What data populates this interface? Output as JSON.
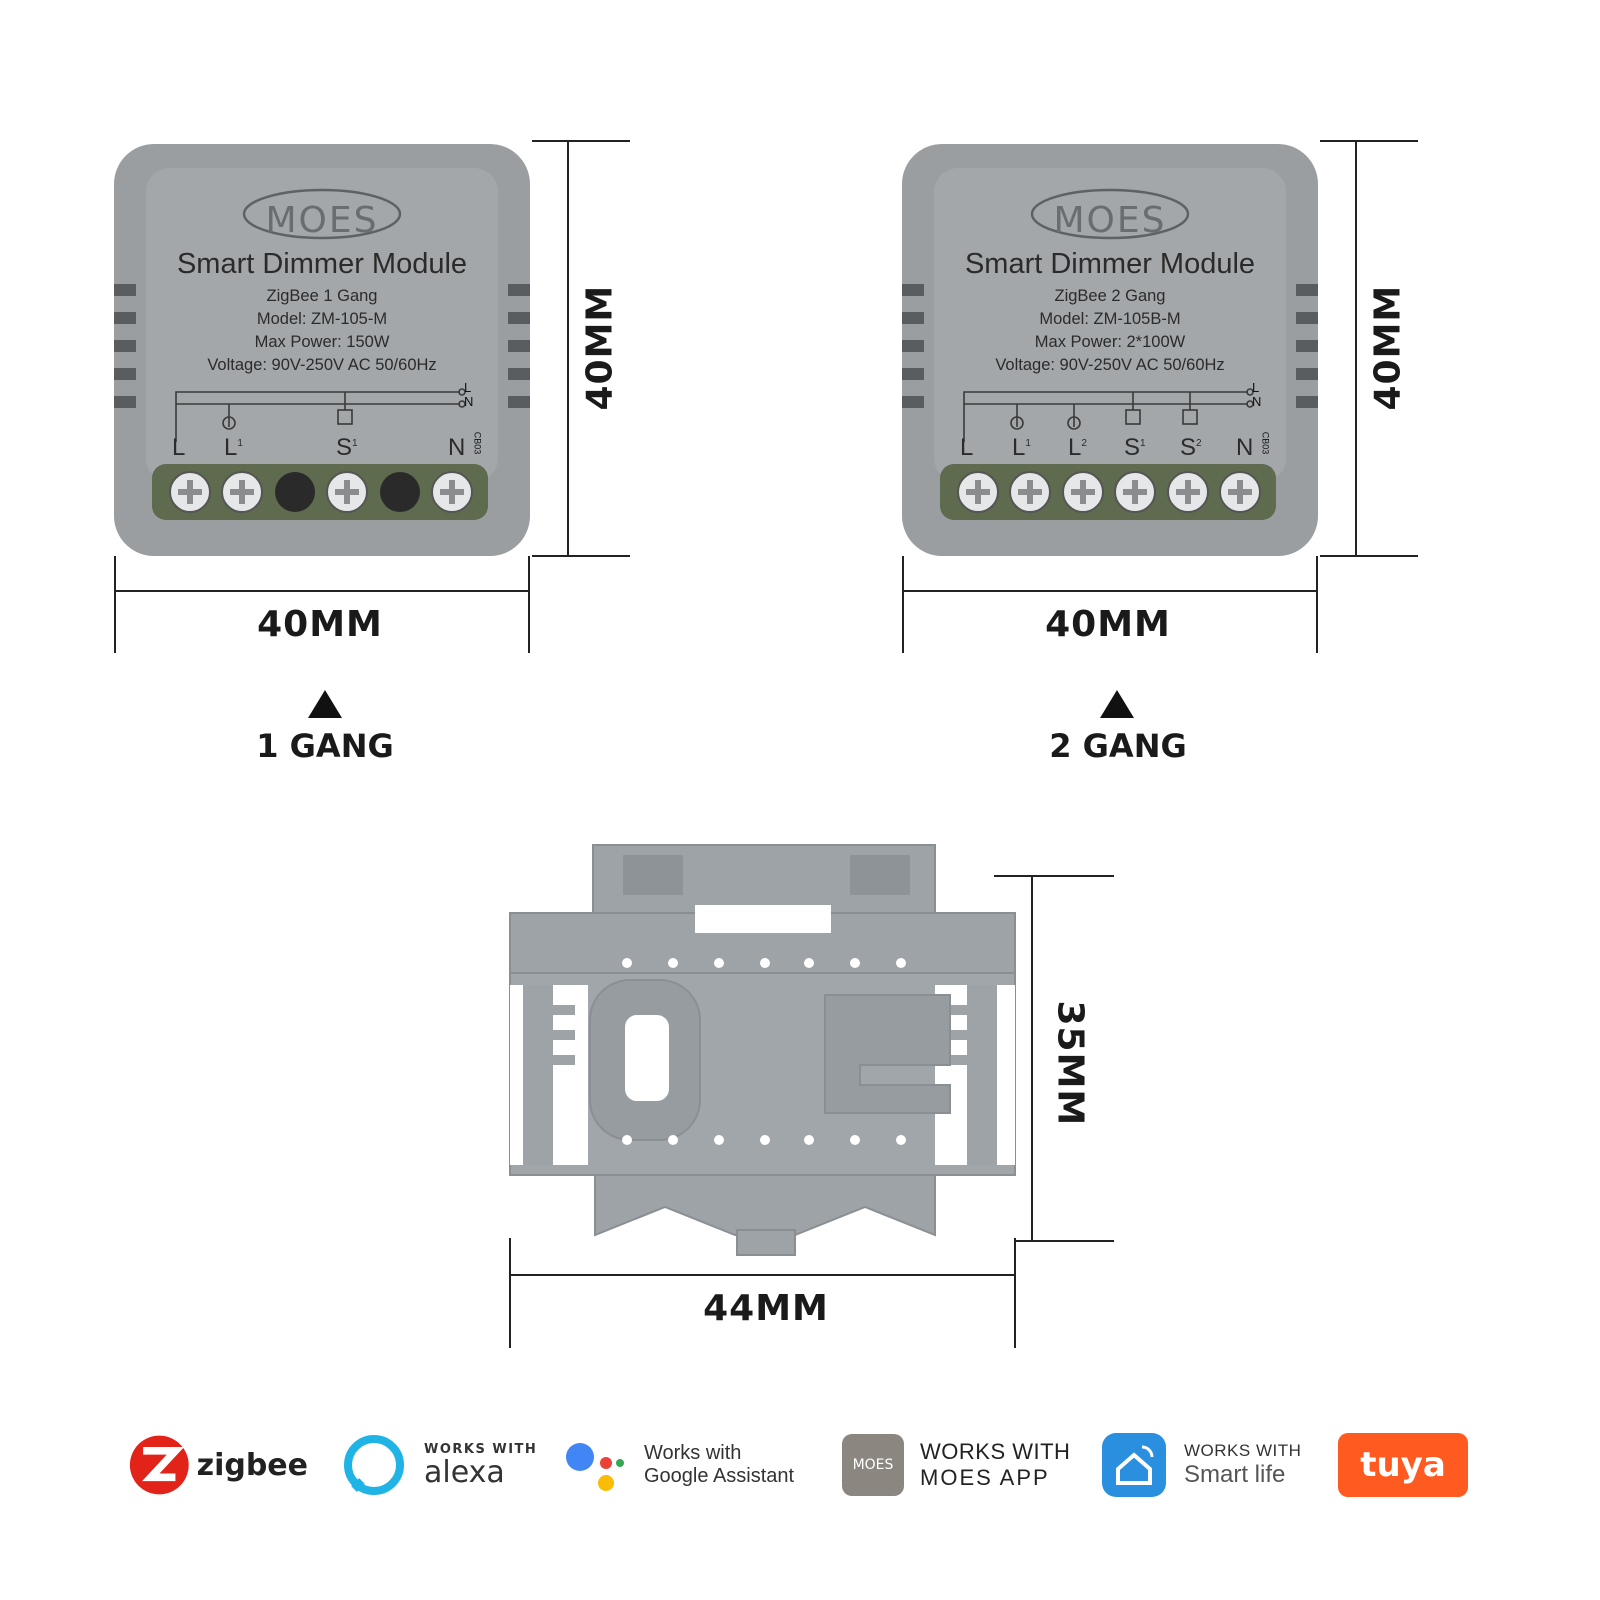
{
  "modules": [
    {
      "brand": "MOES",
      "title": "Smart Dimmer Module",
      "gang": "ZigBee 1 Gang",
      "model": "Model: ZM-105-M",
      "power": "Max Power: 150W",
      "voltage": "Voltage: 90V-250V AC 50/60Hz",
      "terminals": [
        "L",
        "L",
        "S",
        "N"
      ],
      "terminal_sups": [
        "",
        "1",
        "1",
        ""
      ],
      "width_label": "40MM",
      "height_label": "40MM",
      "caption": "1 GANG",
      "code": "CB03"
    },
    {
      "brand": "MOES",
      "title": "Smart Dimmer Module",
      "gang": "ZigBee 2 Gang",
      "model": "Model: ZM-105B-M",
      "power": "Max Power: 2*100W",
      "voltage": "Voltage: 90V-250V AC 50/60Hz",
      "terminals": [
        "L",
        "L",
        "L",
        "S",
        "S",
        "N"
      ],
      "terminal_sups": [
        "",
        "1",
        "2",
        "1",
        "2",
        ""
      ],
      "width_label": "40MM",
      "height_label": "40MM",
      "caption": "2 GANG",
      "code": "CB03"
    }
  ],
  "bracket": {
    "width_label": "44MM",
    "height_label": "35MM"
  },
  "wire_labels": {
    "l": "L",
    "n": "N"
  },
  "logos": {
    "zigbee": "zigbee",
    "alexa_top": "WORKS WITH",
    "alexa_main": "alexa",
    "google_top": "Works with",
    "google_main": "Google Assistant",
    "moes_icon": "MOES",
    "moes_top": "WORKS WITH",
    "moes_main": "MOES APP",
    "smartlife_top": "WORKS WITH",
    "smartlife_main": "Smart life",
    "tuya": "tuya"
  },
  "colors": {
    "module_body": "#9b9ea1",
    "module_face": "#a4a7aa",
    "terminal_strip": "#5e6b4e",
    "bracket": "#9ea3a8",
    "zigbee_red": "#e2231a",
    "alexa_blue": "#1fb3e6",
    "smartlife_blue": "#2b8fe0",
    "tuya_orange": "#ff5a1f"
  }
}
